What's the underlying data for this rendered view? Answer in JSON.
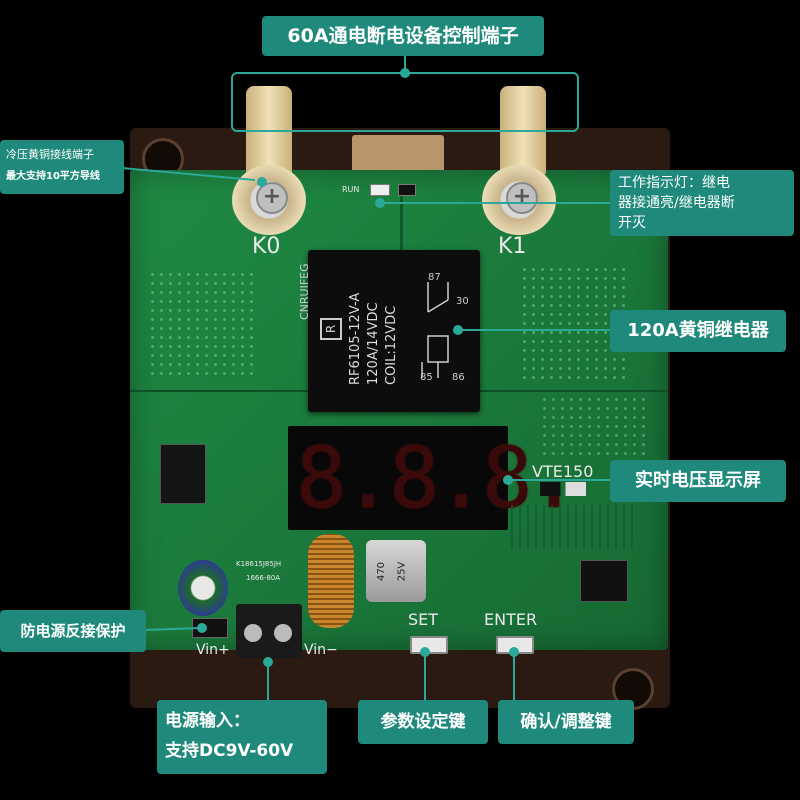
{
  "callouts": {
    "top_terminal": "60A通电断电设备控制端子",
    "crimp_line1": "冷压黄铜接线端子",
    "crimp_line2": "最大支持10平方导线",
    "indicator_line1": "工作指示灯：继电",
    "indicator_line2": "器接通亮/继电器断",
    "indicator_line3": "开灭",
    "relay": "120A黄铜继电器",
    "display": "实时电压显示屏",
    "reverse_protection": "防电源反接保护",
    "power_line1": "电源输入：",
    "power_line2": "支持DC9V-60V",
    "set_key": "参数设定键",
    "confirm_key": "确认/调整键"
  },
  "board": {
    "k0": "K0",
    "k1": "K1",
    "run": "RUN",
    "relay_brand": "CNRUIFEG",
    "relay_model": "RF6105-12V-A",
    "relay_rating": "120A/14VDC",
    "relay_coil": "COIL:12VDC",
    "pin_87": "87",
    "pin_30": "30",
    "pin_85": "85",
    "pin_86": "86",
    "display_digits": "8.8.8.",
    "model": "VTE150",
    "set": "SET",
    "enter": "ENTER",
    "vin_plus": "Vin+",
    "vin_minus": "Vin−",
    "cap_value": "470",
    "cap_voltage": "25V",
    "inductor_code": "K18615J85JH",
    "inductor_code2": "1666-80A"
  },
  "colors": {
    "callout": "#1f8a7c",
    "pcb": "#1b7a3b",
    "display_red": "#ff2a2a"
  }
}
